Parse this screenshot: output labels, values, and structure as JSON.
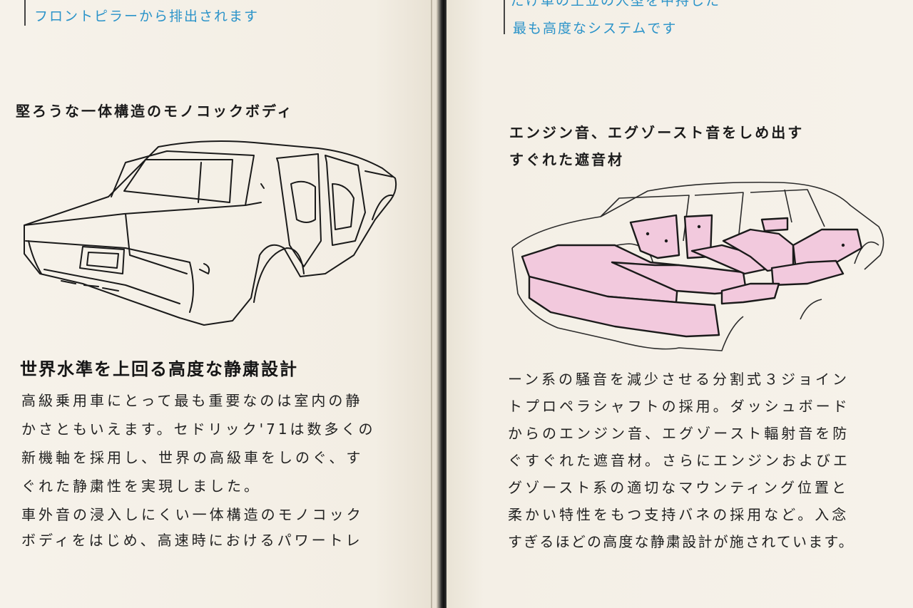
{
  "left_page": {
    "top_caption": "フロントピラーから排出されます",
    "illustration_heading": "堅ろうな一体構造のモノコックボディ",
    "section_heading": "世界水準を上回る高度な静粛設計",
    "body_lines": [
      "高級乗用車にとって最も重要なのは室内の静",
      "かさともいえます。セドリック'71は数多くの",
      "新機軸を採用し、世界の高級車をしのぐ、す",
      "ぐれた静粛性を実現しました。",
      "車外音の浸入しにくい一体構造のモノコック",
      "ボディをはじめ、高速時におけるパワートレ"
    ]
  },
  "right_page": {
    "top_caption_line1": "だけ車の土立の人型を中持した",
    "top_caption_line2": "最も高度なシステムです",
    "illustration_heading_line1": "エンジン音、エグゾースト音をしめ出す",
    "illustration_heading_line2": "すぐれた遮音材",
    "body_lines": [
      "ーン系の騒音を減少させる分割式３ジョイン",
      "トプロペラシャフトの採用。ダッシュボード",
      "からのエンジン音、エグゾースト輻射音を防",
      "ぐすぐれた遮音材。さらにエンジンおよびエ",
      "グゾースト系の適切なマウンティング位置と",
      "柔かい特性をもつ支持バネの採用など。入念",
      "すぎるほどの高度な静粛設計が施されています。"
    ]
  },
  "colors": {
    "caption_cyan": "#2a93c9",
    "insulation_pink": "#f2c9dd",
    "paper": "#f4efe6",
    "ink": "#1d1d1d"
  }
}
